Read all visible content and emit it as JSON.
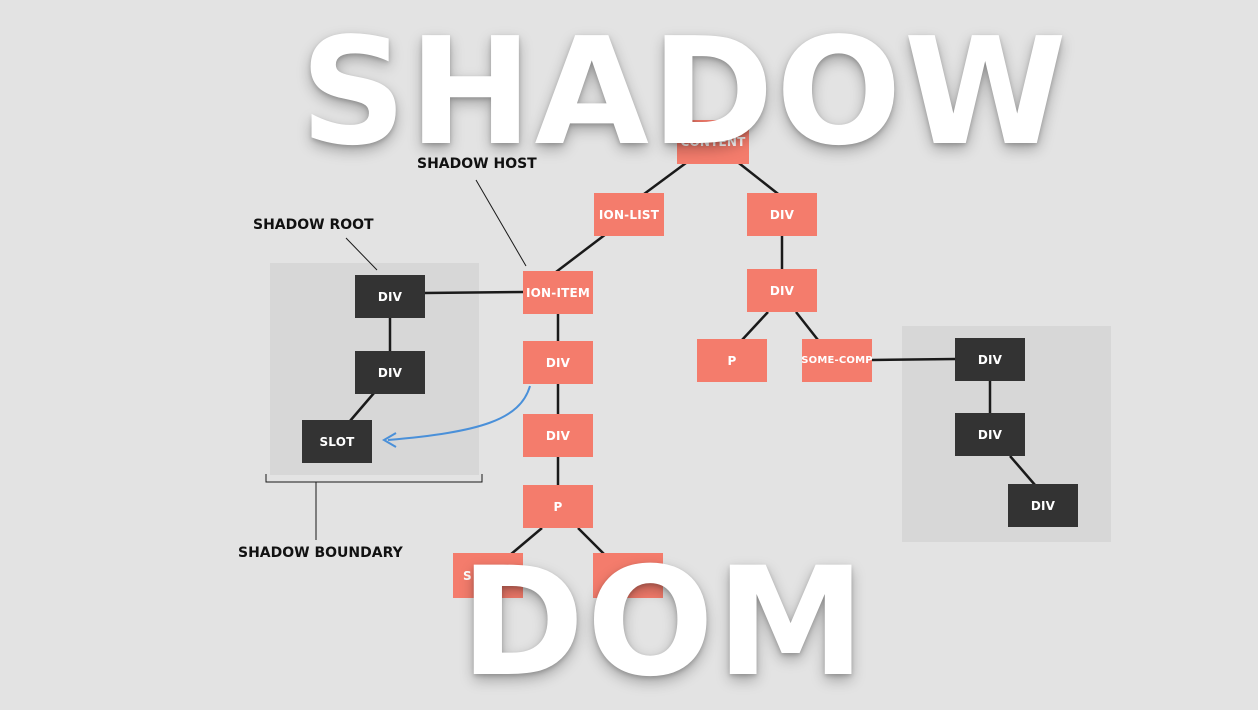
{
  "title_top": "SHADOW",
  "title_bottom": "DOM",
  "labels": {
    "shadow_host": "SHADOW HOST",
    "shadow_root": "SHADOW ROOT",
    "shadow_boundary": "SHADOW BOUNDARY"
  },
  "nodes": {
    "content": "CONTENT",
    "ion_list": "ION-LIST",
    "div_right_1": "DIV",
    "ion_item": "ION-ITEM",
    "div_right_2": "DIV",
    "div_mid_1": "DIV",
    "p_right": "P",
    "some_comp": "SOME-COMP",
    "div_mid_2": "DIV",
    "p_mid": "P",
    "span_left": "S",
    "span_right": "",
    "shadow1_div_1": "DIV",
    "shadow1_div_2": "DIV",
    "shadow1_slot": "SLOT",
    "shadow2_div_1": "DIV",
    "shadow2_div_2": "DIV",
    "shadow2_div_3": "DIV"
  },
  "colors": {
    "background": "#e3e3e3",
    "light_dom_node": "#f47c6c",
    "shadow_node": "#333333",
    "shadow_panel": "#d7d7d7",
    "slot_arrow": "#4a90d9"
  }
}
